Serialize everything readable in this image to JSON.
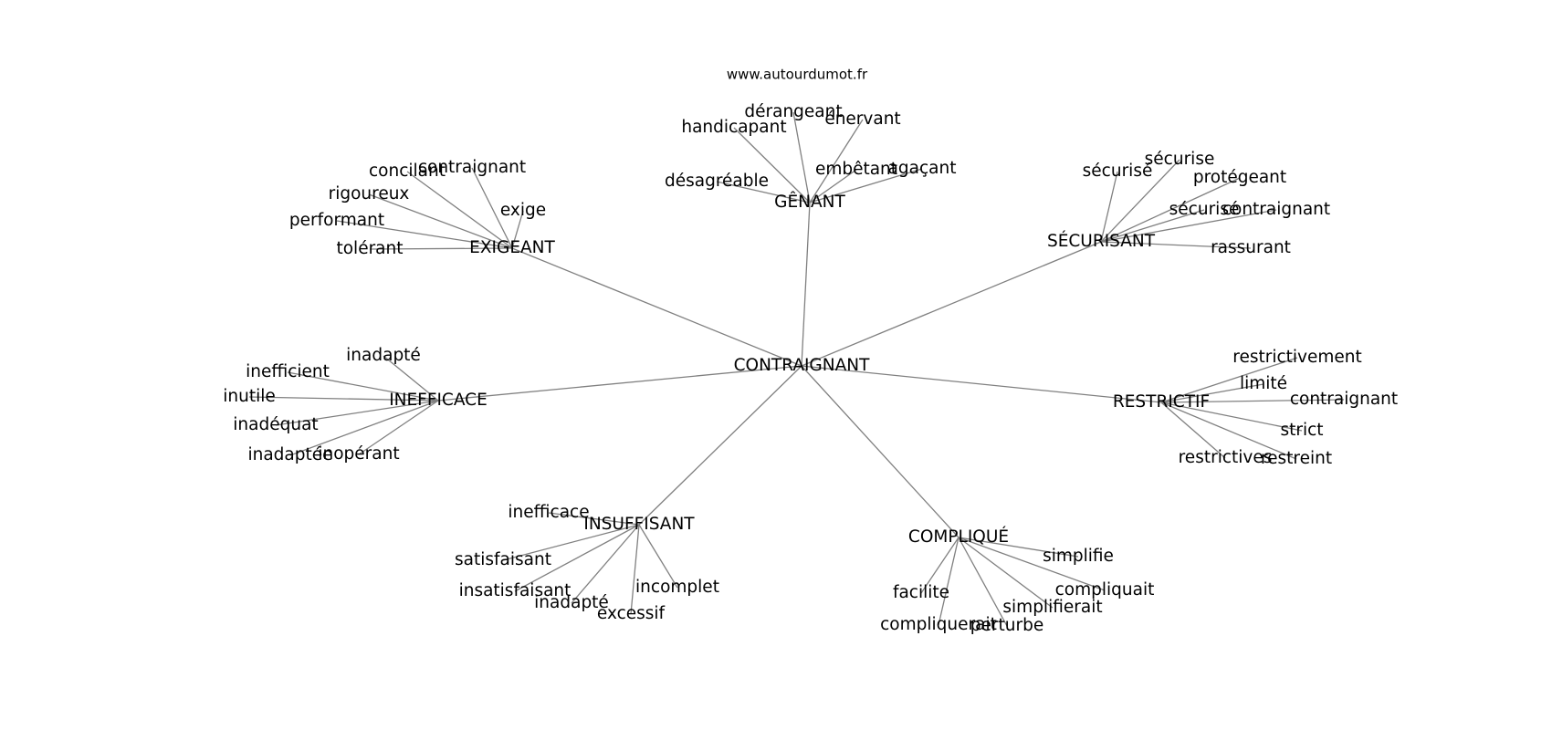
{
  "source": "www.autourdumot.fr",
  "center": {
    "label": "CONTRAIGNANT"
  },
  "clusters": [
    {
      "id": "genant",
      "label": "GÊNANT",
      "words": [
        "dérangeant",
        "énervant",
        "handicapant",
        "désagréable",
        "embêtant",
        "agaçant"
      ]
    },
    {
      "id": "exigeant",
      "label": "EXIGEANT",
      "words": [
        "concilant",
        "contraignant",
        "rigoureux",
        "exige",
        "performant",
        "tolérant"
      ]
    },
    {
      "id": "securisant",
      "label": "SÉCURISANT",
      "words": [
        "sécurisé",
        "sécurise",
        "protégeant",
        "sécurisé",
        "contraignant",
        "rassurant"
      ]
    },
    {
      "id": "inefficace",
      "label": "INEFFICACE",
      "words": [
        "inadapté",
        "inefficient",
        "inutile",
        "inadéquat",
        "inadaptée",
        "inopérant"
      ]
    },
    {
      "id": "restrictif",
      "label": "RESTRICTIF",
      "words": [
        "restrictivement",
        "limité",
        "contraignant",
        "strict",
        "restrictives",
        "restreint"
      ]
    },
    {
      "id": "insuffisant",
      "label": "INSUFFISANT",
      "words": [
        "inefficace",
        "satisfaisant",
        "insatisfaisant",
        "inadapté",
        "excessif",
        "incomplet"
      ]
    },
    {
      "id": "complique",
      "label": "COMPLIQUÉ",
      "words": [
        "simplifie",
        "compliquait",
        "facilite",
        "simplifierait",
        "compliquerait",
        "perturbe"
      ]
    }
  ]
}
